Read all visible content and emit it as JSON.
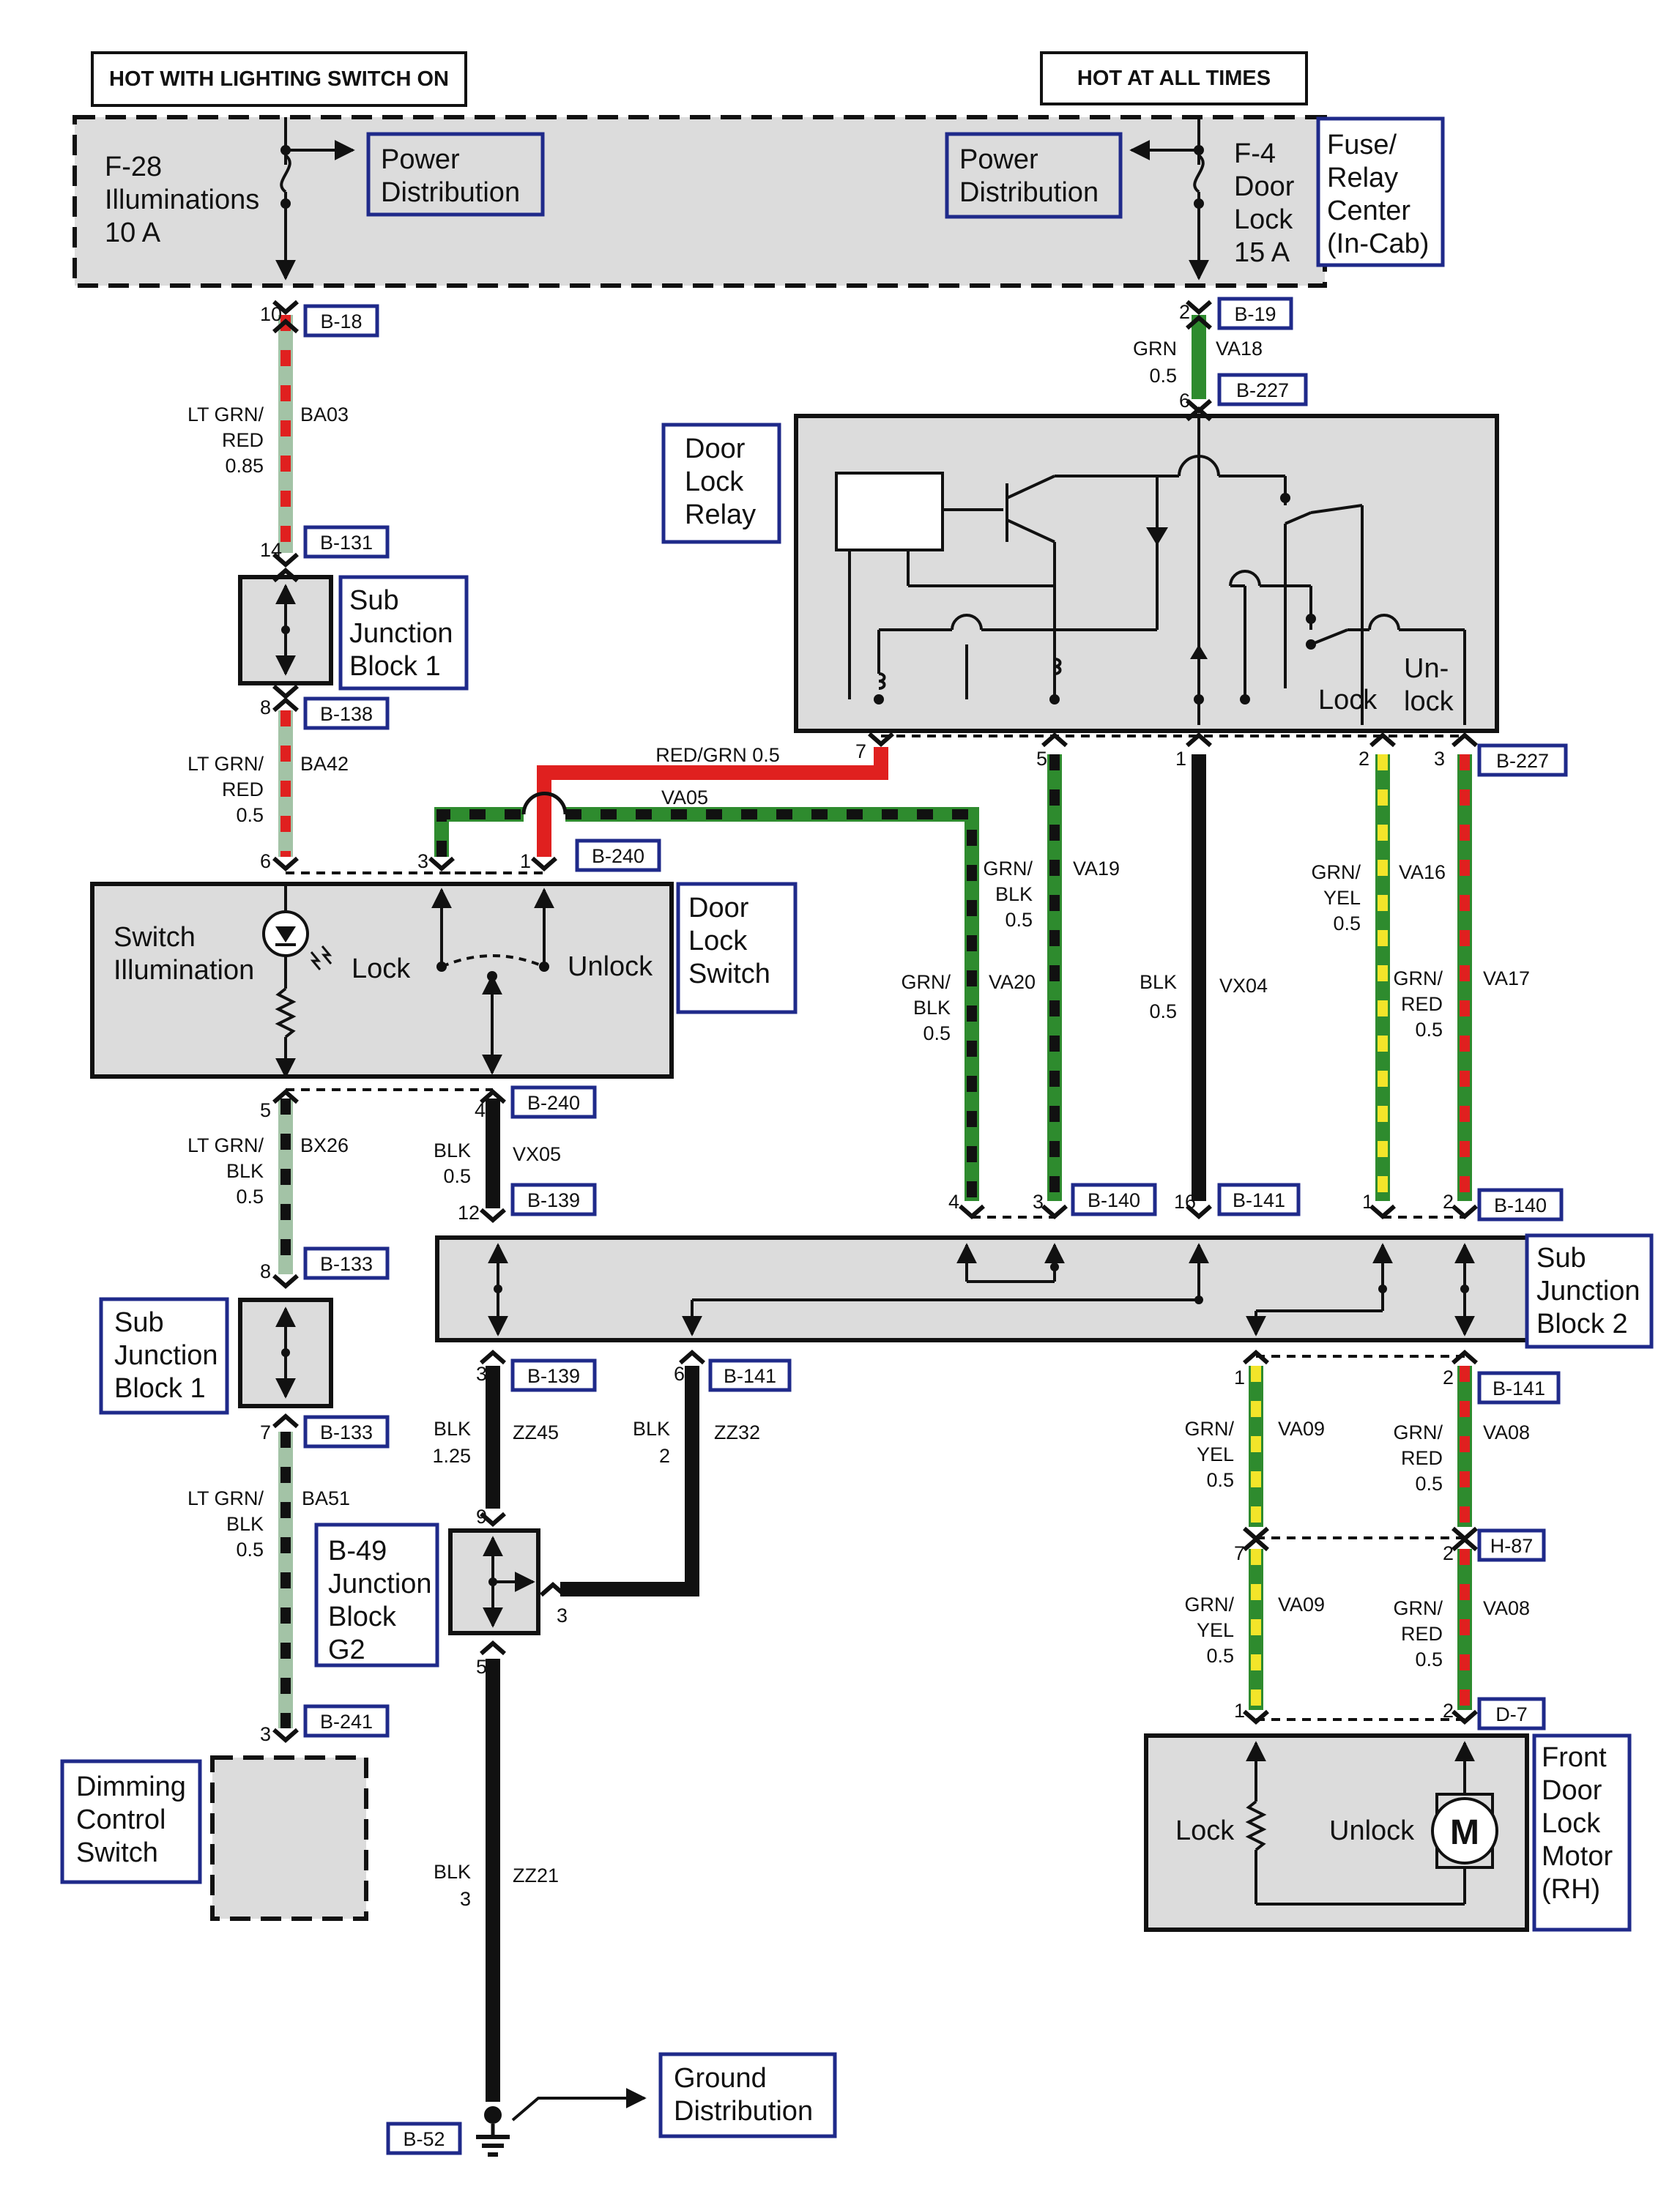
{
  "headers": {
    "lighting": "HOT WITH LIGHTING SWITCH ON",
    "always": "HOT AT ALL TIMES"
  },
  "fuse_center": {
    "name_l1": "Fuse/",
    "name_l2": "Relay",
    "name_l3": "Center",
    "name_l4": "(In-Cab)",
    "fuse_left": {
      "l1": "F-28",
      "l2": "Illuminations",
      "l3": "10 A"
    },
    "fuse_right": {
      "l1": "F-4",
      "l2": "Door",
      "l3": "Lock",
      "l4": "15 A"
    },
    "power_dist_l1": "Power",
    "power_dist_l2": "Distribution"
  },
  "components": {
    "door_lock_relay": {
      "l1": "Door",
      "l2": "Lock",
      "l3": "Relay",
      "lock": "Lock",
      "unlock_l1": "Un-",
      "unlock_l2": "lock"
    },
    "sub_junction_1": {
      "l1": "Sub",
      "l2": "Junction",
      "l3": "Block 1"
    },
    "door_lock_switch": {
      "l1": "Door",
      "l2": "Lock",
      "l3": "Switch",
      "illum_l1": "Switch",
      "illum_l2": "Illumination",
      "lock": "Lock",
      "unlock": "Unlock"
    },
    "sub_junction_2": {
      "l1": "Sub",
      "l2": "Junction",
      "l3": "Block 2"
    },
    "junction_g2": {
      "l1": "B-49",
      "l2": "Junction",
      "l3": "Block",
      "l4": "G2"
    },
    "dimming_switch": {
      "l1": "Dimming",
      "l2": "Control",
      "l3": "Switch"
    },
    "door_motor": {
      "l1": "Front",
      "l2": "Door",
      "l3": "Lock",
      "l4": "Motor",
      "l5": "(RH)",
      "lock": "Lock",
      "unlock": "Unlock",
      "motor": "M"
    },
    "ground": {
      "l1": "Ground",
      "l2": "Distribution"
    }
  },
  "connectors": {
    "b18": "B-18",
    "b19": "B-19",
    "b227a": "B-227",
    "b131": "B-131",
    "b138": "B-138",
    "b227b": "B-227",
    "b240a": "B-240",
    "b240b": "B-240",
    "b139a": "B-139",
    "b140a": "B-140",
    "b141a": "B-141",
    "b140b": "B-140",
    "b133a": "B-133",
    "b139b": "B-139",
    "b141b": "B-141",
    "b141c": "B-141",
    "b133b": "B-133",
    "h87": "H-87",
    "b241": "B-241",
    "d7": "D-7",
    "b52": "B-52"
  },
  "pins": {
    "p10": "10",
    "p2a": "2",
    "p6a": "6",
    "p14": "14",
    "p8a": "8",
    "p7a": "7",
    "p5a": "5",
    "p1a": "1",
    "p2b": "2",
    "p3a": "3",
    "p6b": "6",
    "p3b": "3",
    "p1b": "1",
    "p5b": "5",
    "p4a": "4",
    "p12": "12",
    "p4b": "4",
    "p3c": "3",
    "p16": "16",
    "p1c": "1",
    "p2c": "2",
    "p8b": "8",
    "p3d": "3",
    "p6c": "6",
    "p1d": "1",
    "p2d": "2",
    "p7b": "7",
    "p9": "9",
    "p3e": "3",
    "p5c": "5",
    "p7c": "7",
    "p2e": "2",
    "p3f": "3",
    "p1e": "1",
    "p2f": "2"
  },
  "wires": {
    "ba03": {
      "c1": "LT GRN/",
      "c2": "RED",
      "c3": "0.85",
      "id": "BA03"
    },
    "va18": {
      "c1": "GRN",
      "c2": "0.5",
      "id": "VA18"
    },
    "ba42": {
      "c1": "LT GRN/",
      "c2": "RED",
      "c3": "0.5",
      "id": "BA42"
    },
    "redgrn": {
      "text": "RED/GRN 0.5"
    },
    "va05": {
      "id": "VA05"
    },
    "va19": {
      "c1": "GRN/",
      "c2": "BLK",
      "c3": "0.5",
      "id": "VA19"
    },
    "va20": {
      "c1": "GRN/",
      "c2": "BLK",
      "c3": "0.5",
      "id": "VA20"
    },
    "vx04": {
      "c1": "BLK",
      "c2": "0.5",
      "id": "VX04"
    },
    "va16": {
      "c1": "GRN/",
      "c2": "YEL",
      "c3": "0.5",
      "id": "VA16"
    },
    "va17": {
      "c1": "GRN/",
      "c2": "RED",
      "c3": "0.5",
      "id": "VA17"
    },
    "bx26": {
      "c1": "LT GRN/",
      "c2": "BLK",
      "c3": "0.5",
      "id": "BX26"
    },
    "vx05": {
      "c1": "BLK",
      "c2": "0.5",
      "id": "VX05"
    },
    "ba51": {
      "c1": "LT GRN/",
      "c2": "BLK",
      "c3": "0.5",
      "id": "BA51"
    },
    "zz45": {
      "c1": "BLK",
      "c2": "1.25",
      "id": "ZZ45"
    },
    "zz32": {
      "c1": "BLK",
      "c2": "2",
      "id": "ZZ32"
    },
    "va09a": {
      "c1": "GRN/",
      "c2": "YEL",
      "c3": "0.5",
      "id": "VA09"
    },
    "va08a": {
      "c1": "GRN/",
      "c2": "RED",
      "c3": "0.5",
      "id": "VA08"
    },
    "va09b": {
      "c1": "GRN/",
      "c2": "YEL",
      "c3": "0.5",
      "id": "VA09"
    },
    "va08b": {
      "c1": "GRN/",
      "c2": "RED",
      "c3": "0.5",
      "id": "VA08"
    },
    "zz21": {
      "c1": "BLK",
      "c2": "3",
      "id": "ZZ21"
    }
  },
  "colors": {
    "lt_green": "#a3c3a6",
    "green": "#2e8b2e",
    "red": "#e0201f",
    "yellow": "#f3e52a",
    "black": "#111111",
    "box_fill": "#dcdcdc",
    "label_border": "#1f2a8a"
  }
}
